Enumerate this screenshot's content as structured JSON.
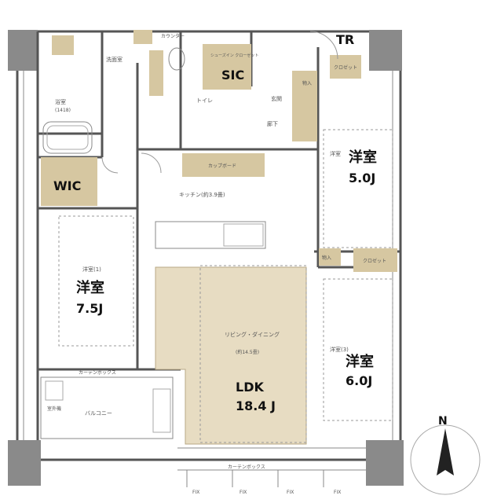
{
  "rooms": {
    "western1": {
      "name": "洋室",
      "size": "7.5J",
      "label": "洋室(1)"
    },
    "western2": {
      "name": "洋室",
      "size": "5.0J",
      "label": "洋室"
    },
    "western3": {
      "name": "洋室",
      "size": "6.0J",
      "label": "洋室(3)"
    },
    "ldk": {
      "name": "LDK",
      "size": "18.4 J",
      "label": "リビング・ダイニング",
      "sub": "(約14.5畳)"
    },
    "kitchen": {
      "label": "キッチン(約3.9畳)"
    },
    "sic": {
      "name": "SIC",
      "label": "シューズイン クローゼット"
    },
    "wic": {
      "name": "WIC"
    },
    "tr": {
      "name": "TR"
    },
    "bath": {
      "label": "浴室",
      "sub": "(1418)"
    },
    "washroom": {
      "label": "洗面室"
    },
    "toilet": {
      "label": "トイレ"
    },
    "entrance": {
      "label": "玄関"
    },
    "hallway": {
      "label": "廊下"
    },
    "balcony": {
      "label": "バルコニー"
    }
  },
  "labels": {
    "storage": "物入",
    "closet": "クロゼット",
    "counter": "カウンター",
    "curtain_box": "カーテンボックス",
    "outdoor_unit": "室外機",
    "fix": "FIX",
    "kitchen_board": "カップボード",
    "north": "N"
  },
  "colors": {
    "storage_fill": "#d6c7a1",
    "ldk_fill": "#e7dcc2",
    "pillar": "#8a8a8a"
  }
}
